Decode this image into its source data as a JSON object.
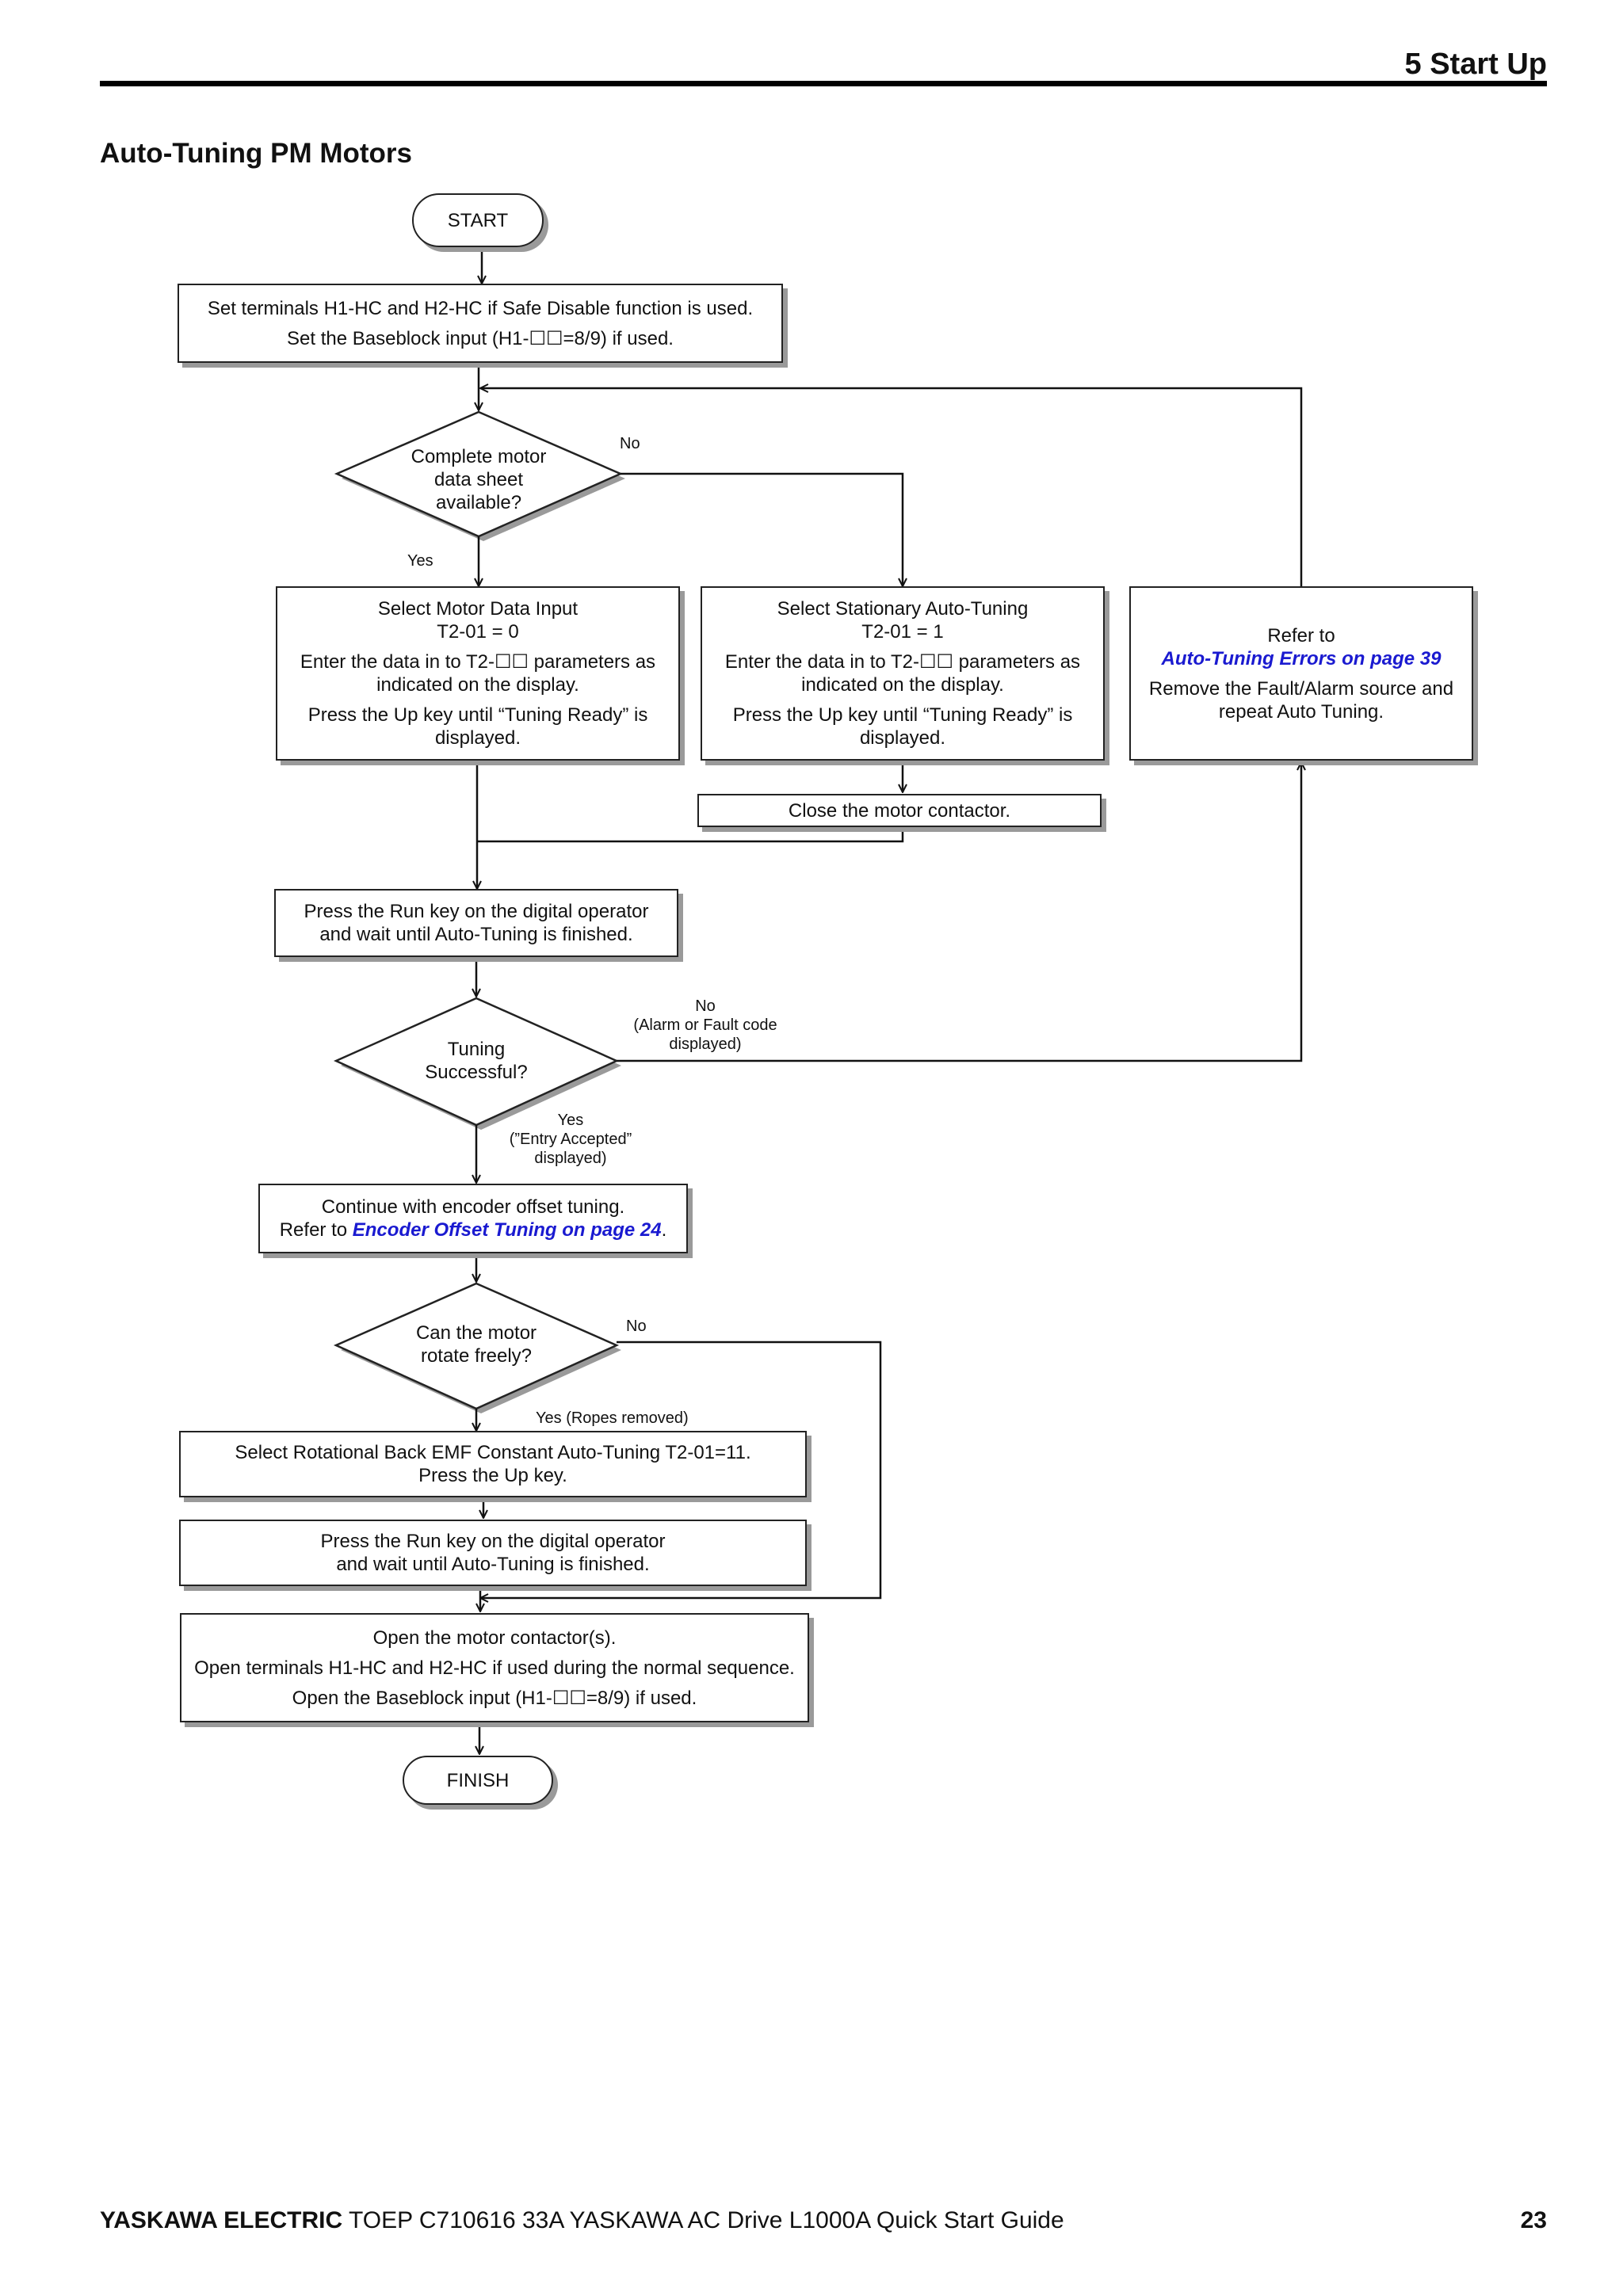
{
  "header": {
    "chapter": "5  Start Up"
  },
  "section_title": "Auto-Tuning PM Motors",
  "flowchart": {
    "start": "START",
    "step_terminals": [
      "Set terminals H1-HC and H2-HC if Safe Disable function is used.",
      "Set the Baseblock input (H1-☐☐=8/9) if used."
    ],
    "decision_datasheet": [
      "Complete motor",
      "data sheet",
      "available?"
    ],
    "label_no_1": "No",
    "label_yes_1": "Yes",
    "motor_data_input": {
      "line1": "Select Motor Data Input",
      "line2": "T2-01 = 0",
      "p2a": "Enter the data in to T2-☐☐ parameters as",
      "p2b": "indicated on the display.",
      "p3a": "Press the Up key until “Tuning Ready” is",
      "p3b": "displayed."
    },
    "stationary": {
      "line1": "Select Stationary Auto-Tuning",
      "line2": "T2-01 = 1",
      "p2a": "Enter the data in to T2-☐☐ parameters as",
      "p2b": "indicated on the display.",
      "p3a": "Press the Up key until “Tuning Ready” is",
      "p3b": "displayed."
    },
    "refer_errors": {
      "line1": "Refer to",
      "link": "Auto-Tuning Errors on page 39",
      "p2a": "Remove the Fault/Alarm source and",
      "p2b": "repeat Auto Tuning."
    },
    "close_contactor": "Close the motor contactor.",
    "run_key_1": [
      "Press the Run key on the digital operator",
      "and wait until Auto-Tuning is finished."
    ],
    "decision_tuning": [
      "Tuning",
      "Successful?"
    ],
    "label_no_2": [
      "No",
      "(Alarm or Fault code",
      "displayed)"
    ],
    "label_yes_2": [
      "Yes",
      "(”Entry Accepted”",
      "displayed)"
    ],
    "encoder_offset": {
      "line1": "Continue with encoder offset tuning.",
      "prefix": "Refer to ",
      "link": "Encoder Offset Tuning on page 24",
      "suffix": "."
    },
    "decision_rotate": [
      "Can the motor",
      "rotate freely?"
    ],
    "label_no_3": "No",
    "label_yes_3": "Yes",
    "label_yes_3_note": "(Ropes removed)",
    "rotational_emf": [
      "Select Rotational Back EMF Constant Auto-Tuning T2-01=11.",
      "Press the Up key."
    ],
    "run_key_2": [
      "Press the Run key on the digital operator",
      "and wait until Auto-Tuning is finished."
    ],
    "open_contactor": [
      "Open the motor contactor(s).",
      "Open terminals H1-HC and H2-HC if used during the normal sequence.",
      "Open the Baseblock input (H1-☐☐=8/9) if used."
    ],
    "finish": "FINISH"
  },
  "footer": {
    "brand": "YASKAWA ELECTRIC",
    "doc": " TOEP C710616 33A YASKAWA AC Drive L1000A Quick Start Guide",
    "page": "23"
  }
}
